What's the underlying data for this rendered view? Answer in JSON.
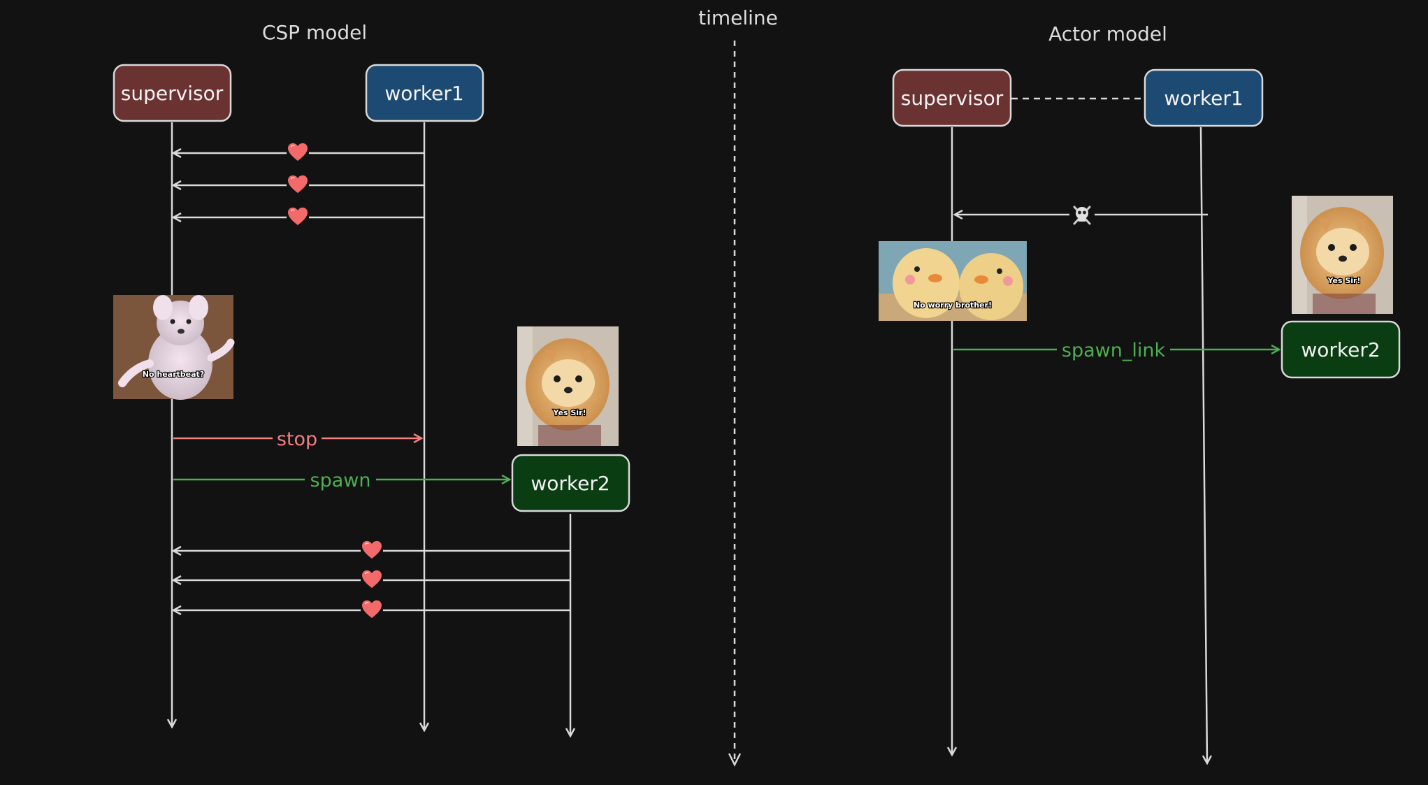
{
  "titles": {
    "csp": "CSP model",
    "timeline": "timeline",
    "actor": "Actor model"
  },
  "csp": {
    "supervisor": "supervisor",
    "worker1": "worker1",
    "worker2": "worker2",
    "stop_label": "stop",
    "spawn_label": "spawn",
    "meme_supervisor_caption": "No heartbeat?",
    "meme_worker2_caption": "Yes Sir!"
  },
  "actor": {
    "supervisor": "supervisor",
    "worker1": "worker1",
    "worker2": "worker2",
    "spawn_link_label": "spawn_link",
    "meme_supervisor_caption": "No worry brother!",
    "meme_worker2_caption": "Yes Sir!"
  },
  "icons": {
    "heartbeat": "heart-icon",
    "death": "skull-crossbones-icon"
  },
  "colors": {
    "background": "#121212",
    "supervisor_fill": "#6b3232",
    "worker1_fill": "#1c4a72",
    "worker2_fill": "#0b3d12",
    "line": "#d9d9d9",
    "stop": "#f08080",
    "spawn": "#4caf50",
    "heart": "#f26a6a"
  }
}
